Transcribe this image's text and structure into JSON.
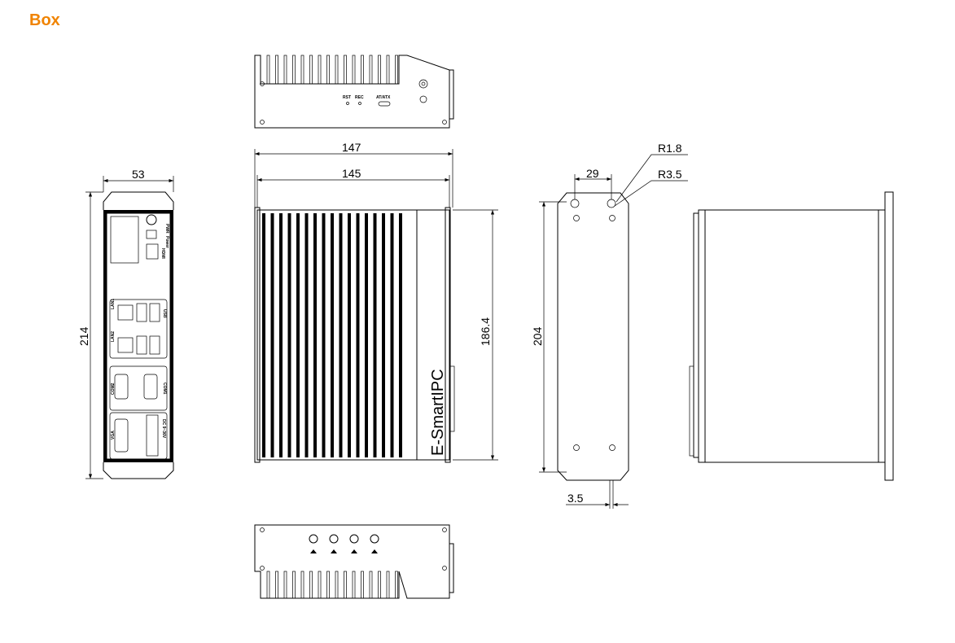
{
  "title": "Box",
  "accent_color": "#f08300",
  "top_view": {
    "labels": [
      "RST",
      "REC",
      "AT/ATX"
    ]
  },
  "front_view": {
    "port_labels": [
      "PWR",
      "Power",
      "HDMI",
      "LAN1",
      "LAN2",
      "USB",
      "COM2",
      "COM1",
      "VGA",
      "DC 9~36V"
    ]
  },
  "side_view": {
    "brand_text": "E-SmartIPC"
  },
  "dimensions": {
    "front_width": "53",
    "front_height": "214",
    "overall_length": "147",
    "body_length": "145",
    "body_height": "186.4",
    "bracket_height": "204",
    "hole_spacing": "29",
    "radius_small": "R1.8",
    "radius_large": "R3.5",
    "bracket_thickness": "3.5"
  }
}
